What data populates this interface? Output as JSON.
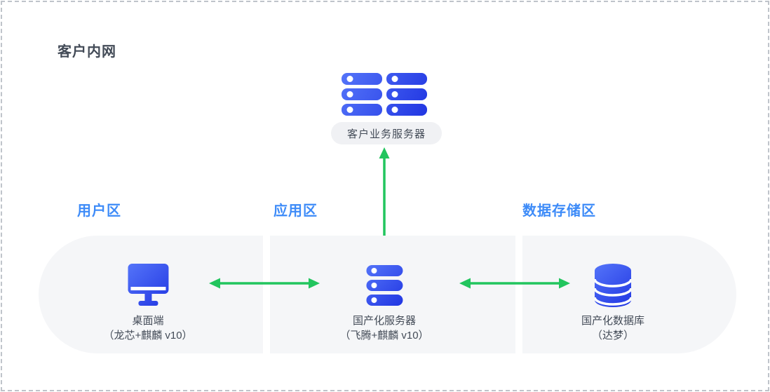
{
  "colors": {
    "zone-blue": "#3d8bf8",
    "green": "#22c55e",
    "icon-blue-light": "#5474f9",
    "icon-blue-dark": "#2136e2",
    "panel-bg": "#f5f6f8",
    "pill-bg": "#f0f1f4",
    "text-dark": "#434b57",
    "border-gray": "#bfc4ca"
  },
  "diagram": {
    "title": "客户内网",
    "top_node": {
      "icon": "server-rack-icon",
      "label": "客户业务服务器"
    },
    "zones": [
      {
        "label": "用户区",
        "node": {
          "icon": "desktop-icon",
          "name": "桌面端",
          "spec": "（龙芯+麒麟 v10）"
        }
      },
      {
        "label": "应用区",
        "node": {
          "icon": "server-icon",
          "name": "国产化服务器",
          "spec": "（飞腾+麒麟 v10）"
        }
      },
      {
        "label": "数据存储区",
        "node": {
          "icon": "database-icon",
          "name": "国产化数据库",
          "spec": "（达梦）"
        }
      }
    ],
    "connections": [
      "客户业务服务器-国产化服务器",
      "桌面端-国产化服务器",
      "国产化服务器-国产化数据库"
    ]
  }
}
